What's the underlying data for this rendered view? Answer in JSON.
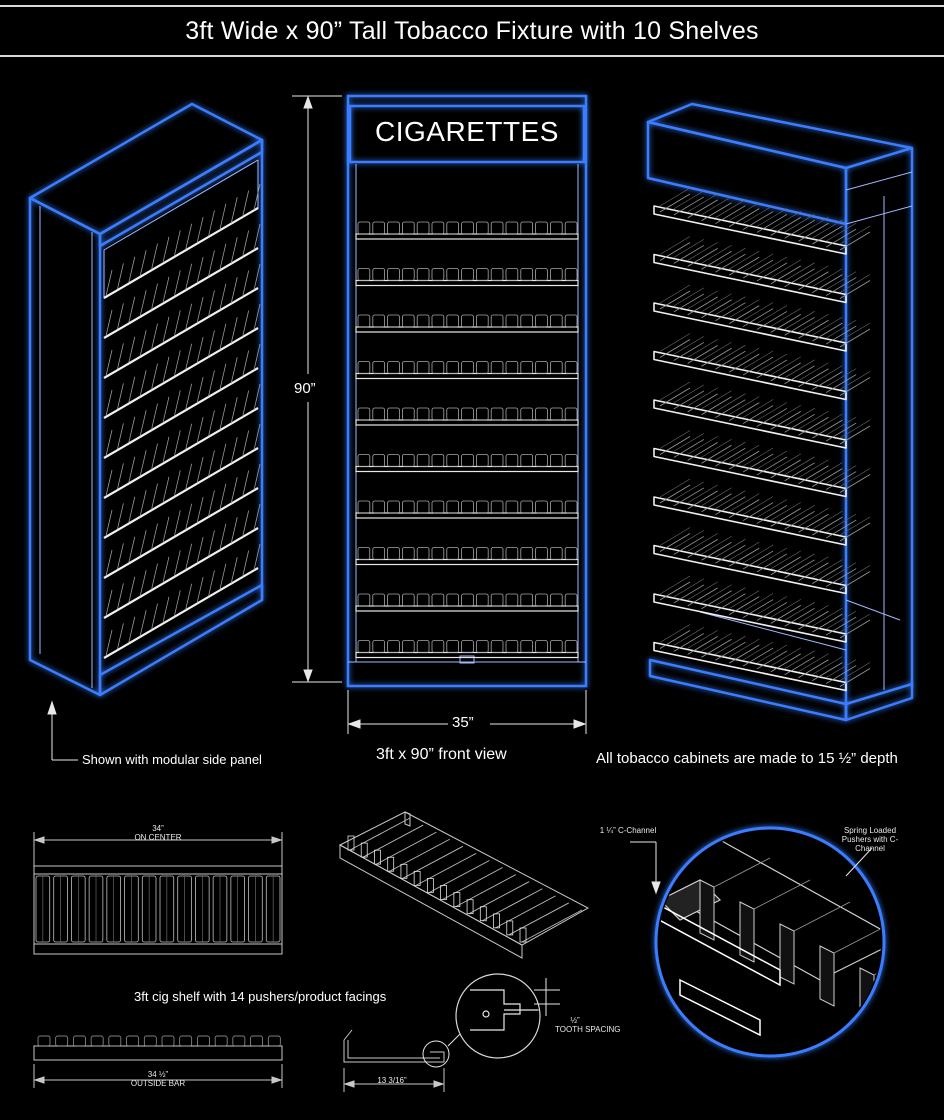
{
  "title": "3ft Wide x 90” Tall Tobacco Fixture with 10 Shelves",
  "front_view": {
    "sign_text": "CIGARETTES",
    "height_dim": "90”",
    "width_dim": "35”",
    "caption": "3ft x 90” front view",
    "shelf_count": 10
  },
  "left_view": {
    "caption": "Shown with modular side panel"
  },
  "right_view": {
    "caption": "All tobacco cabinets are made to 15 ½” depth"
  },
  "shelf_detail": {
    "caption": "3ft cig shelf with 14 pushers/product facings",
    "center_dim": "34”",
    "center_label": "ON CENTER",
    "outside_dim": "34 ½”",
    "outside_label": "OUTSIDE BAR",
    "depth_dim": "13 3/16”",
    "tooth_dim": "½”",
    "tooth_label": "TOOTH SPACING",
    "pusher_count": 14
  },
  "zoom_detail": {
    "channel_label": "1 ¼” C-Channel",
    "pusher_label": "Spring Loaded Pushers with C-Channel"
  },
  "colors": {
    "glow": "#3a7dff",
    "line": "#e0e8ff",
    "background": "#000000"
  }
}
